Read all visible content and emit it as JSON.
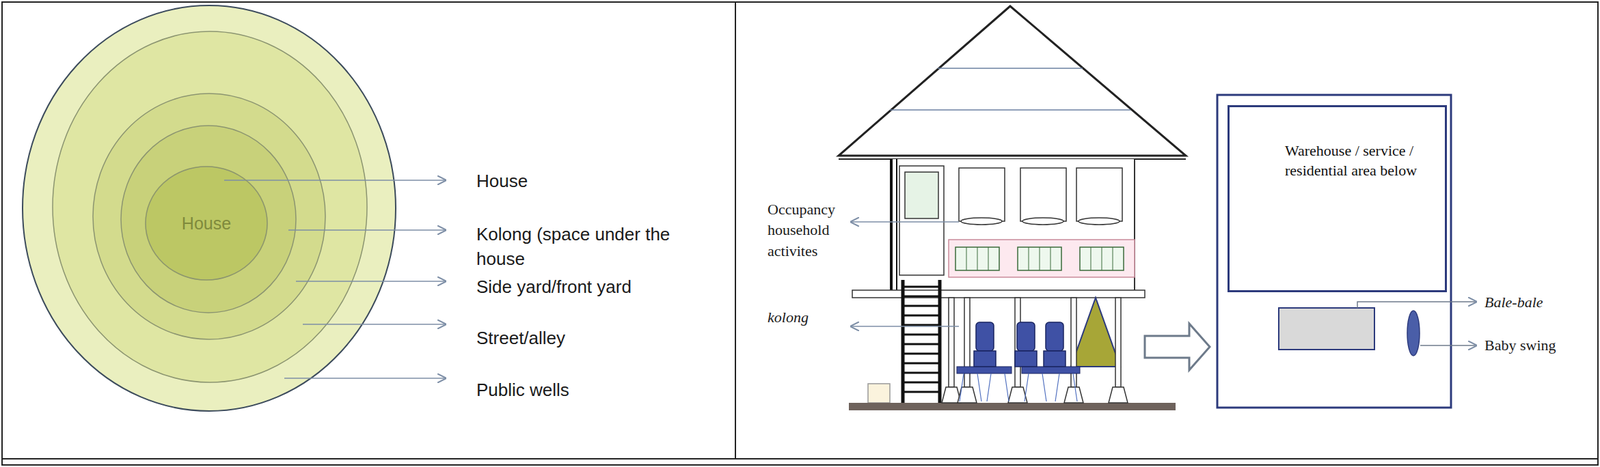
{
  "diagram": {
    "nodes": [
      {
        "text": [
          "House"
        ]
      },
      {
        "text": [
          "Warehouse / service / residential area below"
        ]
      }
    ],
    "labels": [
      "House",
      "Kolong (space under the house",
      "Side yard/front yard",
      "Street/alley",
      "Public wells",
      "Occupancy household activites",
      "kolong",
      "Bale-bale",
      "Baby swing"
    ]
  }
}
